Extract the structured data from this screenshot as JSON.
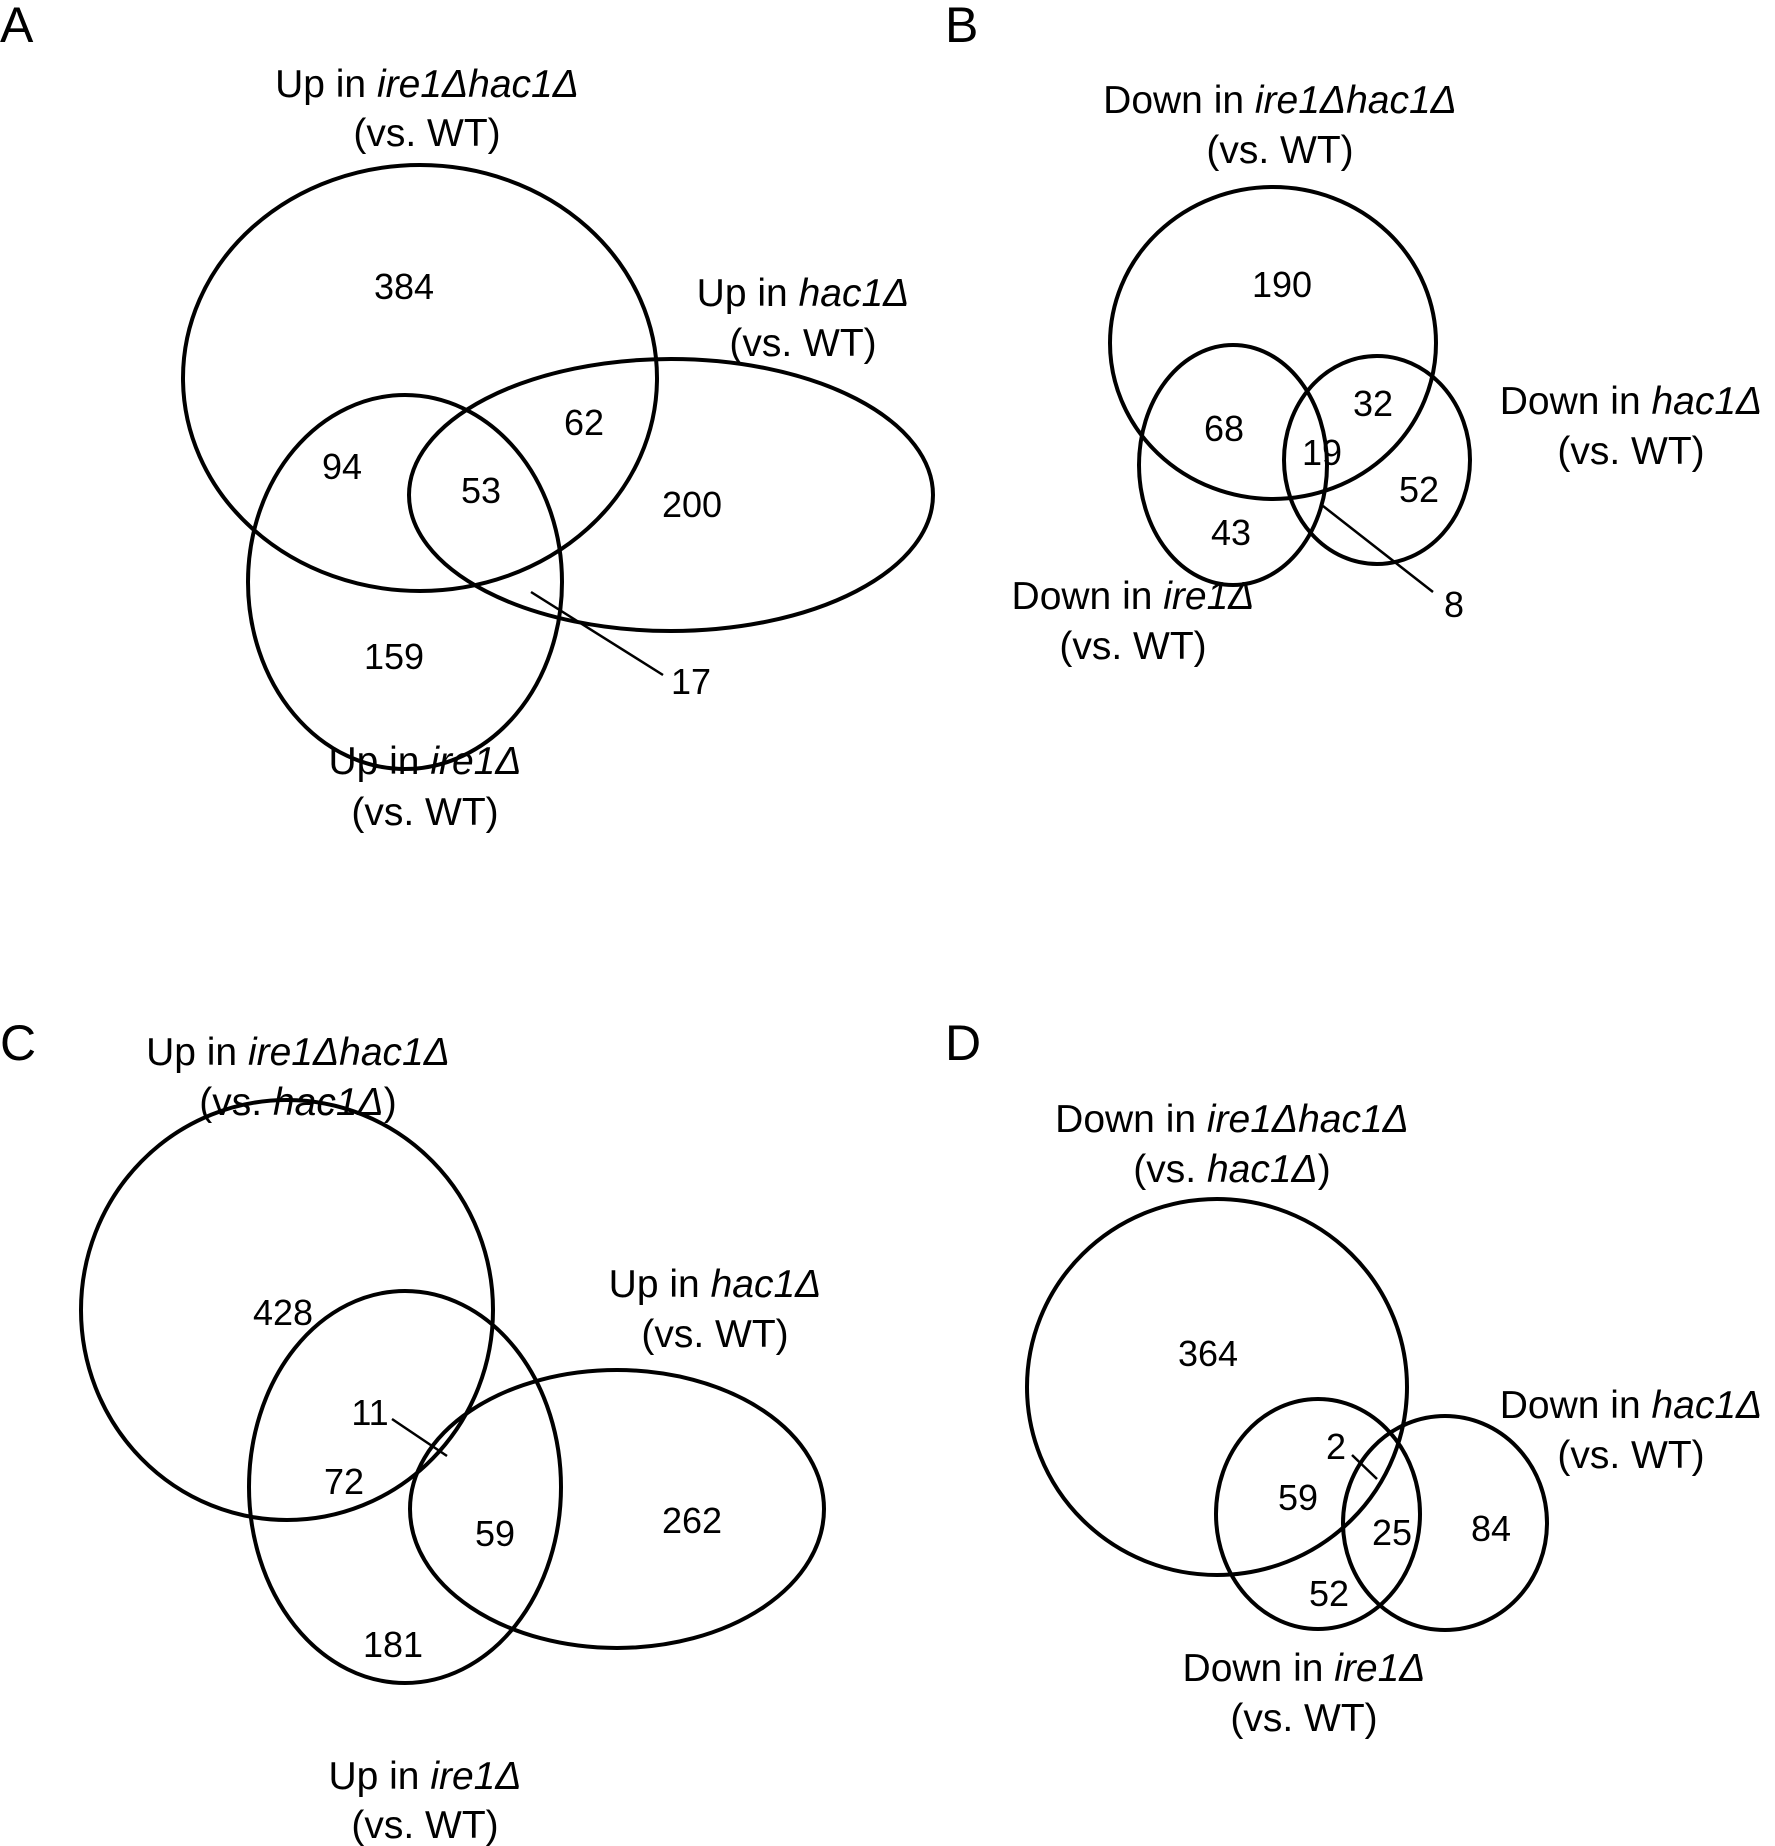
{
  "panels": {
    "A": {
      "letter": "A",
      "sets": {
        "double": {
          "line1_pre": "Up in ",
          "line1_it": "ire1Δhac1Δ",
          "line2_pre": "(vs. ",
          "line2_it": "",
          "line2_post": "WT)"
        },
        "hac1": {
          "line1_pre": "Up in ",
          "line1_it": "hac1Δ",
          "line2_pre": "(vs. ",
          "line2_it": "",
          "line2_post": "WT)"
        },
        "ire1": {
          "line1_pre": "Up in ",
          "line1_it": "ire1Δ",
          "line2_pre": "(vs. ",
          "line2_it": "",
          "line2_post": "WT)"
        }
      },
      "counts": {
        "double_only": "384",
        "double_hac1": "62",
        "hac1_only": "200",
        "double_ire1": "94",
        "all_three": "53",
        "ire1_only": "159",
        "ire1_hac1": "17"
      }
    },
    "B": {
      "letter": "B",
      "sets": {
        "double": {
          "line1_pre": "Down in ",
          "line1_it": "ire1Δhac1Δ",
          "line2_pre": "(vs. ",
          "line2_it": "",
          "line2_post": "WT)"
        },
        "hac1": {
          "line1_pre": "Down in ",
          "line1_it": "hac1Δ",
          "line2_pre": "(vs. ",
          "line2_it": "",
          "line2_post": "WT)"
        },
        "ire1": {
          "line1_pre": "Down in ",
          "line1_it": "ire1Δ",
          "line2_pre": "(vs. ",
          "line2_it": "",
          "line2_post": "WT)"
        }
      },
      "counts": {
        "double_only": "190",
        "double_ire1": "68",
        "double_hac1": "32",
        "all_three": "19",
        "hac1_only": "52",
        "ire1_only": "43",
        "ire1_hac1": "8"
      }
    },
    "C": {
      "letter": "C",
      "sets": {
        "double": {
          "line1_pre": "Up in ",
          "line1_it": "ire1Δhac1Δ",
          "line2_pre": "(vs. ",
          "line2_it": "hac1Δ",
          "line2_post": ")"
        },
        "hac1": {
          "line1_pre": "Up in ",
          "line1_it": "hac1Δ",
          "line2_pre": "(vs. ",
          "line2_it": "",
          "line2_post": "WT)"
        },
        "ire1": {
          "line1_pre": "Up in ",
          "line1_it": "ire1Δ",
          "line2_pre": "(vs. ",
          "line2_it": "",
          "line2_post": "WT)"
        }
      },
      "counts": {
        "double_only": "428",
        "all_three": "11",
        "double_ire1": "72",
        "ire1_hac1": "59",
        "hac1_only": "262",
        "ire1_only": "181"
      }
    },
    "D": {
      "letter": "D",
      "sets": {
        "double": {
          "line1_pre": "Down in ",
          "line1_it": "ire1Δhac1Δ",
          "line2_pre": "(vs. ",
          "line2_it": "hac1Δ",
          "line2_post": ")"
        },
        "hac1": {
          "line1_pre": "Down in ",
          "line1_it": "hac1Δ",
          "line2_pre": "(vs. ",
          "line2_it": "",
          "line2_post": "WT)"
        },
        "ire1": {
          "line1_pre": "Down in ",
          "line1_it": "ire1Δ",
          "line2_pre": "(vs. ",
          "line2_it": "",
          "line2_post": "WT)"
        }
      },
      "counts": {
        "double_only": "364",
        "all_three": "2",
        "double_ire1": "59",
        "ire1_hac1": "25",
        "hac1_only": "84",
        "ire1_only": "52"
      }
    }
  }
}
